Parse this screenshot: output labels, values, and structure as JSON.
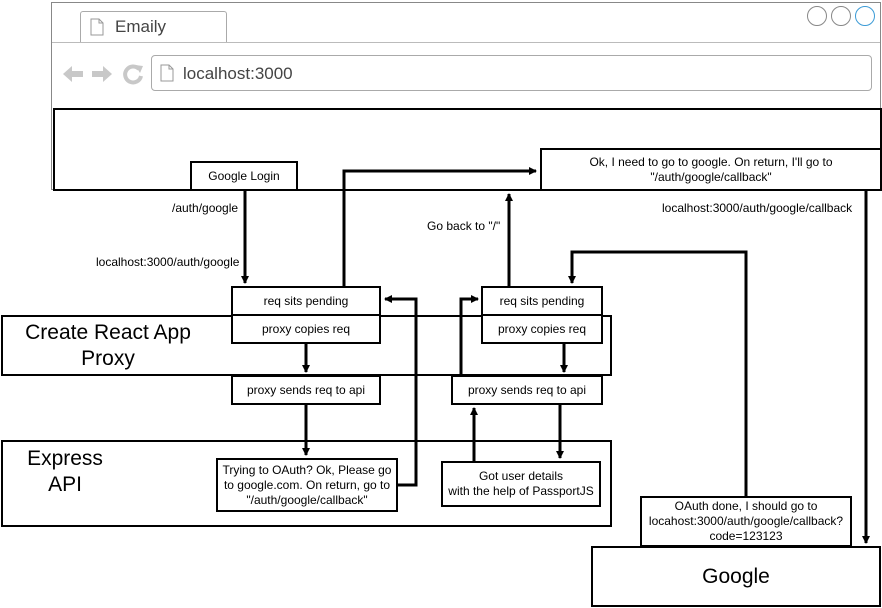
{
  "browser": {
    "tab_title": "Emaily",
    "url": "localhost:3000",
    "window_buttons": [
      "circle-button",
      "circle-button",
      "circle-button"
    ],
    "nav_icons": [
      "back-arrow-icon",
      "forward-arrow-icon",
      "refresh-icon",
      "page-icon"
    ]
  },
  "zones": {
    "proxy": "Create React App\nProxy",
    "api": "Express\nAPI",
    "google": "Google"
  },
  "boxes": {
    "google_login": "Google Login",
    "ok_need_google": "Ok, I need to go to google. On return, I'll go to\n\"/auth/google/callback\"",
    "req_pending_1": "req sits pending",
    "proxy_copies_1": "proxy copies req",
    "proxy_sends_1": "proxy sends req to api",
    "trying_oauth": "Trying to OAuth?  Ok, Please go\nto google.com. On return, go to\n\"/auth/google/callback\"",
    "req_pending_2": "req sits pending",
    "proxy_copies_2": "proxy copies req",
    "proxy_sends_2": "proxy sends req to api",
    "got_user": "Got user details\nwith the help of PassportJS",
    "oauth_done": "OAuth done, I should go to\nlocahost:3000/auth/google/callback?\ncode=123123"
  },
  "labels": {
    "auth_google": "/auth/google",
    "localhost_auth_google": "localhost:3000/auth/google",
    "go_back": "Go back to \"/\"",
    "localhost_callback": "localhost:3000/auth/google/callback"
  },
  "colors": {
    "active_window_button": "#3c9bd6",
    "icon_gray": "#c8c8c8"
  }
}
